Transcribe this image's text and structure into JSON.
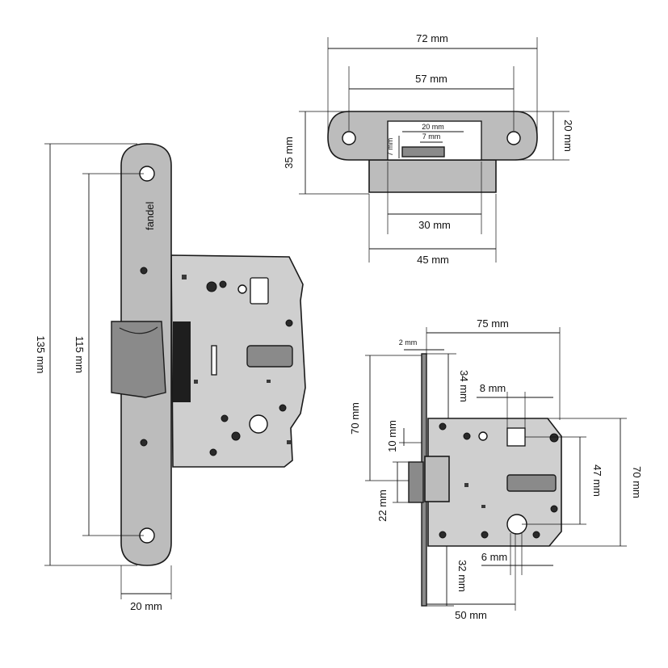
{
  "brand": "fandel",
  "front_view": {
    "height_label": "135 mm",
    "screw_spacing_label": "115 mm",
    "faceplate_width_label": "20 mm"
  },
  "strike_plate": {
    "total_width_label": "72 mm",
    "screw_spacing_label": "57 mm",
    "height_label": "35 mm",
    "plate_height_label": "20 mm",
    "slot_width_label": "20 mm",
    "inner_slot_label": "7 mm",
    "slot_height_label": "7 mm",
    "lip_inner_label": "30 mm",
    "lip_outer_label": "45 mm"
  },
  "side_view": {
    "depth_label": "75 mm",
    "faceplate_thickness_label": "2 mm",
    "top_offset_label": "34 mm",
    "spindle_square_label": "8 mm",
    "spindle_to_key_label": "70 mm",
    "latch_offset_label": "10 mm",
    "latch_height_label": "22 mm",
    "key_spacing_label": "47 mm",
    "case_height_label": "70 mm",
    "key_square_label": "6 mm",
    "bottom_offset_label": "32 mm",
    "backset_label": "50 mm"
  }
}
